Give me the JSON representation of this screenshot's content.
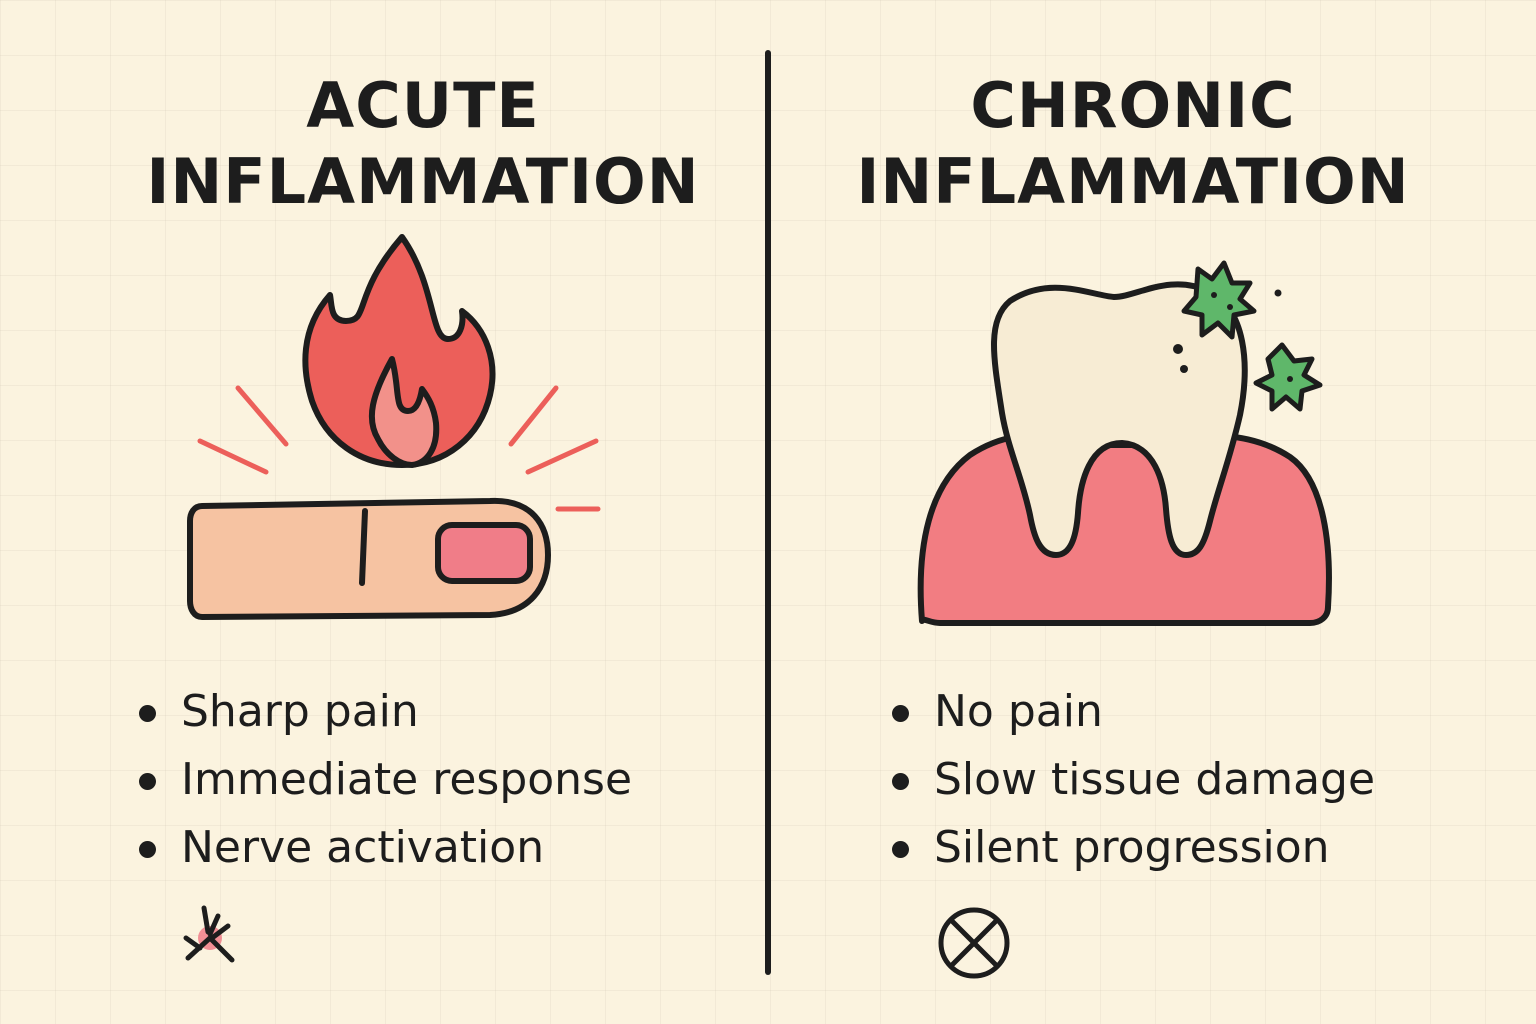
{
  "left_panel": {
    "title_line1": "ACUTE",
    "title_line2": "INFLAMMATION",
    "bullets": [
      "Sharp pain",
      "Immediate response",
      "Nerve activation"
    ],
    "illustration": "flame-over-finger-icon",
    "bottom_icon": "nerve-icon"
  },
  "right_panel": {
    "title_line1": "CHRONIC",
    "title_line2": "INFLAMMATION",
    "bullets": [
      "No pain",
      "Slow tissue damage",
      "Silent progression"
    ],
    "illustration": "tooth-with-bacteria-icon",
    "bottom_icon": "circle-x-icon"
  },
  "colors": {
    "background": "#fbf3df",
    "ink": "#1d1d1d",
    "flame_outer": "#ec5f5a",
    "flame_inner": "#f2918a",
    "finger": "#f6c3a2",
    "nail": "#f07d88",
    "gum": "#f27d82",
    "tooth": "#f7ecd4",
    "bacteria": "#5fb76a"
  }
}
